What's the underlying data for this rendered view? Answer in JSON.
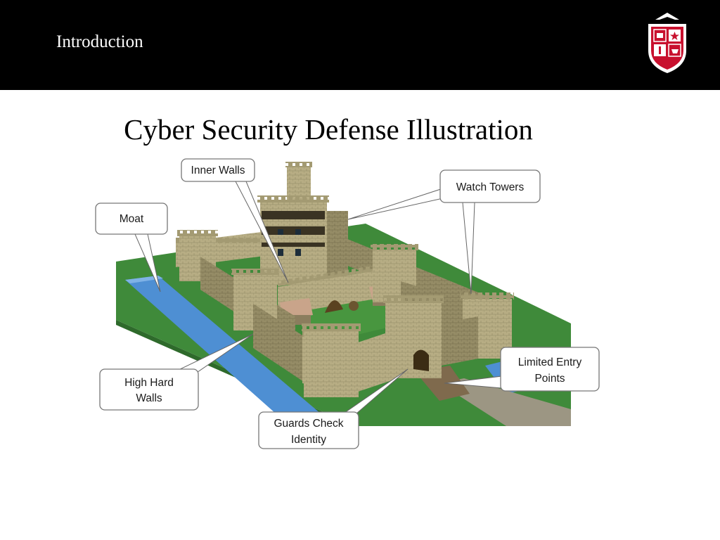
{
  "header": {
    "section_title": "Introduction"
  },
  "slide": {
    "title": "Cyber Security Defense Illustration"
  },
  "callouts": {
    "inner_walls": "Inner Walls",
    "watch_towers": "Watch Towers",
    "moat": "Moat",
    "high_hard_walls_1": "High Hard",
    "high_hard_walls_2": "Walls",
    "limited_entry_1": "Limited Entry",
    "limited_entry_2": "Points",
    "guards_check_1": "Guards Check",
    "guards_check_2": "Identity"
  },
  "colors": {
    "header_bg": "#000000",
    "grass": "#3f8a3a",
    "stone": "#b7ad84",
    "water": "#4e8fd3",
    "logo_red": "#c8102e"
  }
}
